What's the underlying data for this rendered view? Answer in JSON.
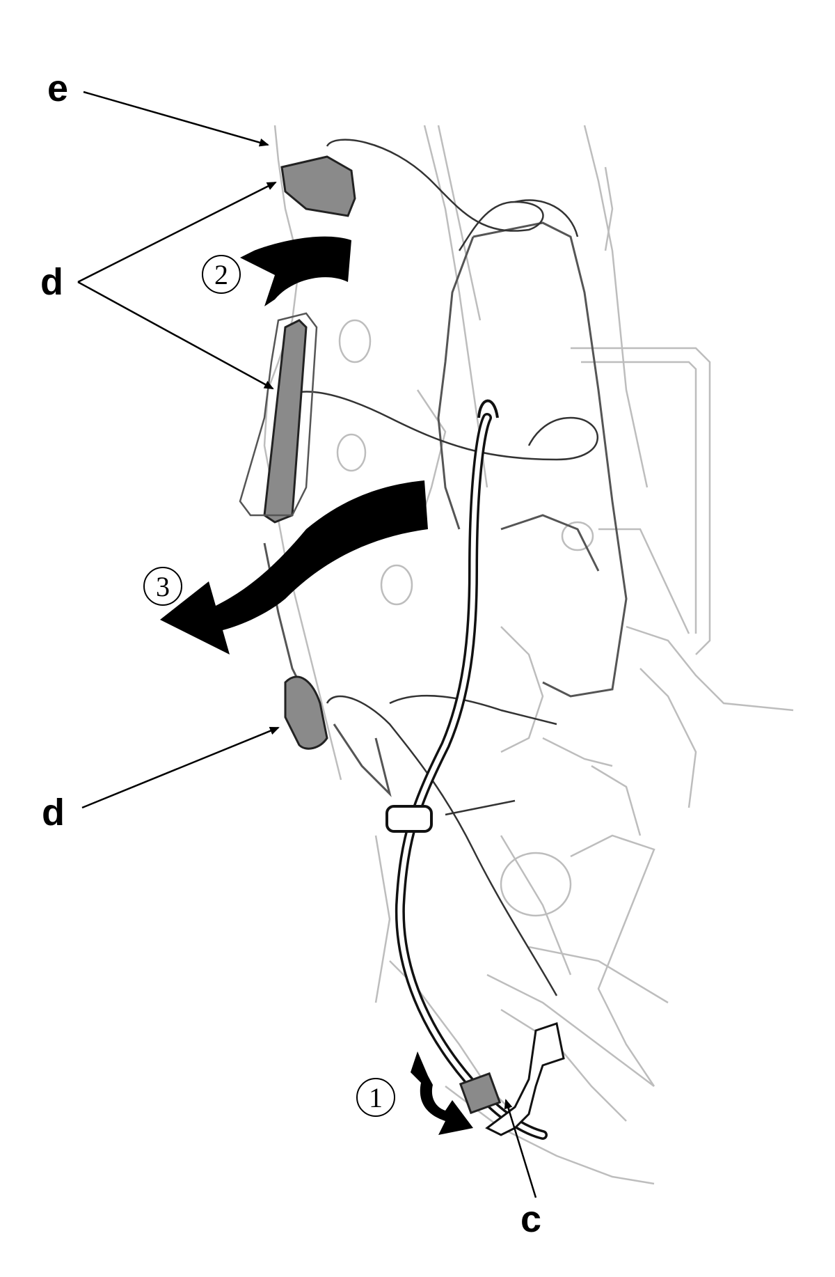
{
  "callouts": {
    "e": "e",
    "d_top": "d",
    "d_bottom": "d",
    "c": "c"
  },
  "steps": {
    "step1": "1",
    "step2": "2",
    "step3": "3"
  },
  "colors": {
    "line": "#000000",
    "faint_line": "#b8b8b8",
    "clip_fill": "#8a8a8a",
    "arrow_fill": "#000000"
  }
}
